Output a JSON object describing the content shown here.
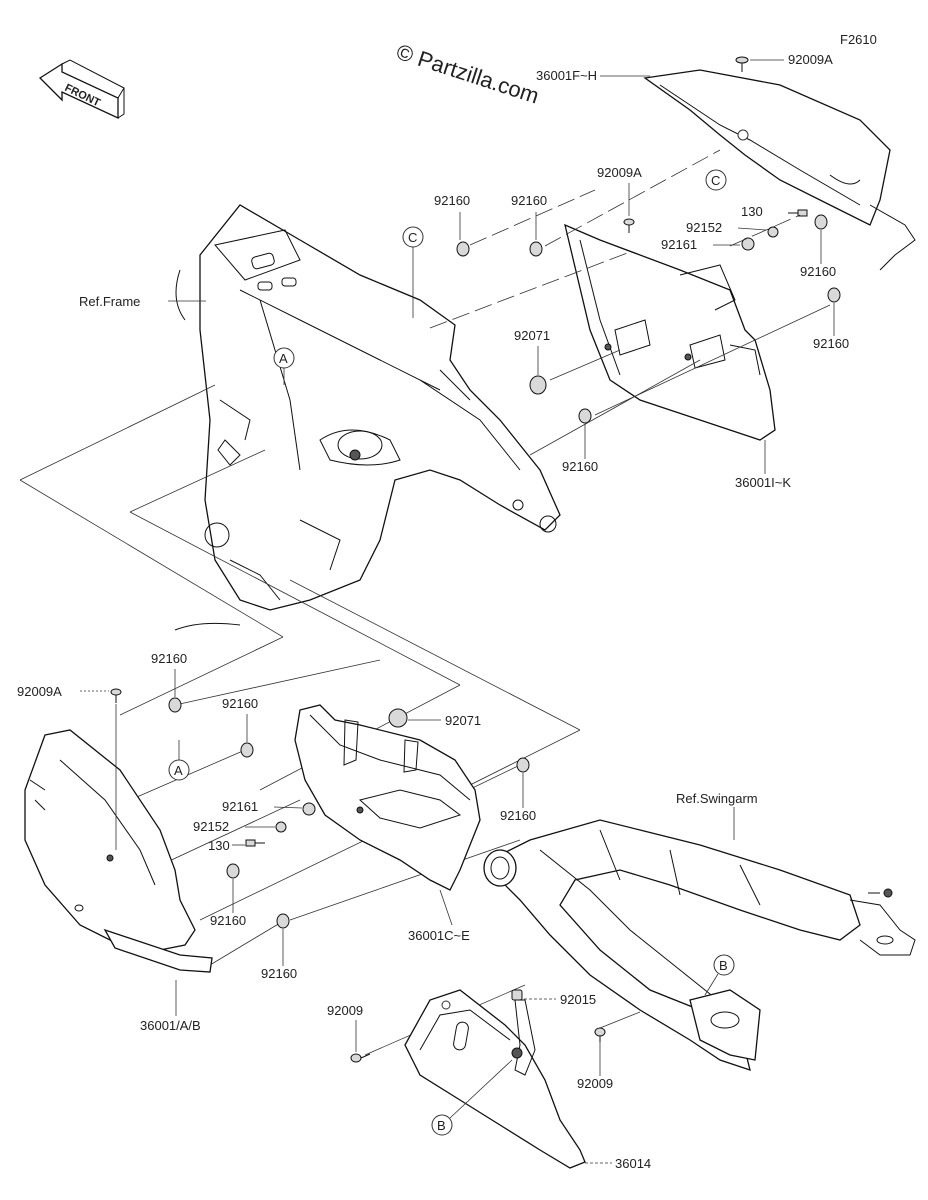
{
  "diagram_code": "F2610",
  "watermark": "© Partzilla.com",
  "front_arrow": {
    "label": "FRONT",
    "icon": "front-arrow-icon"
  },
  "ref_labels": {
    "frame": "Ref.Frame",
    "swingarm": "Ref.Swingarm"
  },
  "callouts": [
    "A",
    "B",
    "C"
  ],
  "parts": {
    "p36001FH": "36001F~H",
    "p36001IK": "36001I~K",
    "p36001CE": "36001C~E",
    "p36001AB": "36001/A/B",
    "p36014": "36014",
    "p92009": "92009",
    "p92009A": "92009A",
    "p92015": "92015",
    "p92071": "92071",
    "p92152": "92152",
    "p92160": "92160",
    "p92161": "92161",
    "p130": "130"
  }
}
